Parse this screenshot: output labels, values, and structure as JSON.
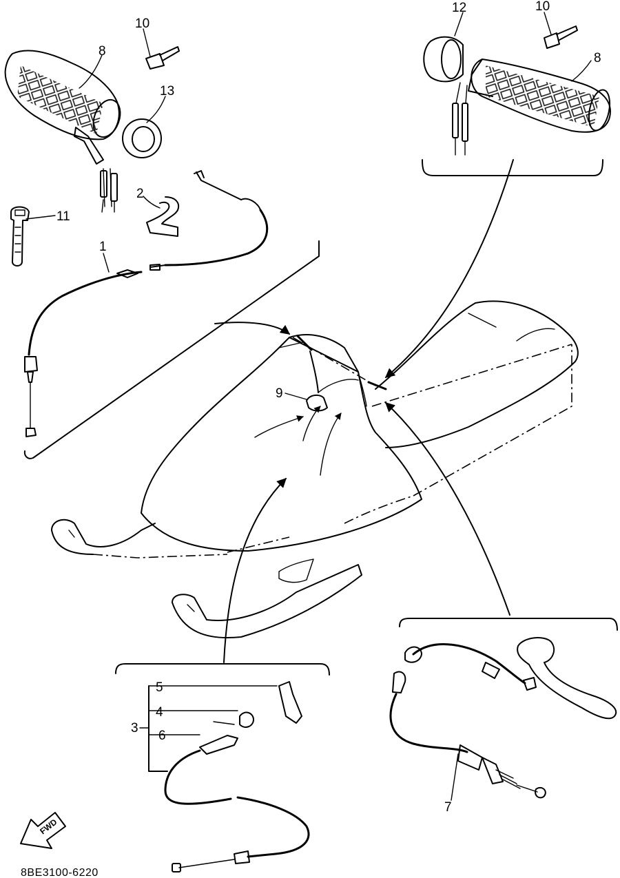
{
  "diagram": {
    "part_number": "8BE3100-6220",
    "direction_label": "FWD",
    "callouts": {
      "c1": "1",
      "c2": "2",
      "c3": "3",
      "c4": "4",
      "c5": "5",
      "c6": "6",
      "c7": "7",
      "c8_left": "8",
      "c8_right": "8",
      "c9": "9",
      "c10_left": "10",
      "c10_right": "10",
      "c11": "11",
      "c12": "12",
      "c13": "13"
    }
  }
}
